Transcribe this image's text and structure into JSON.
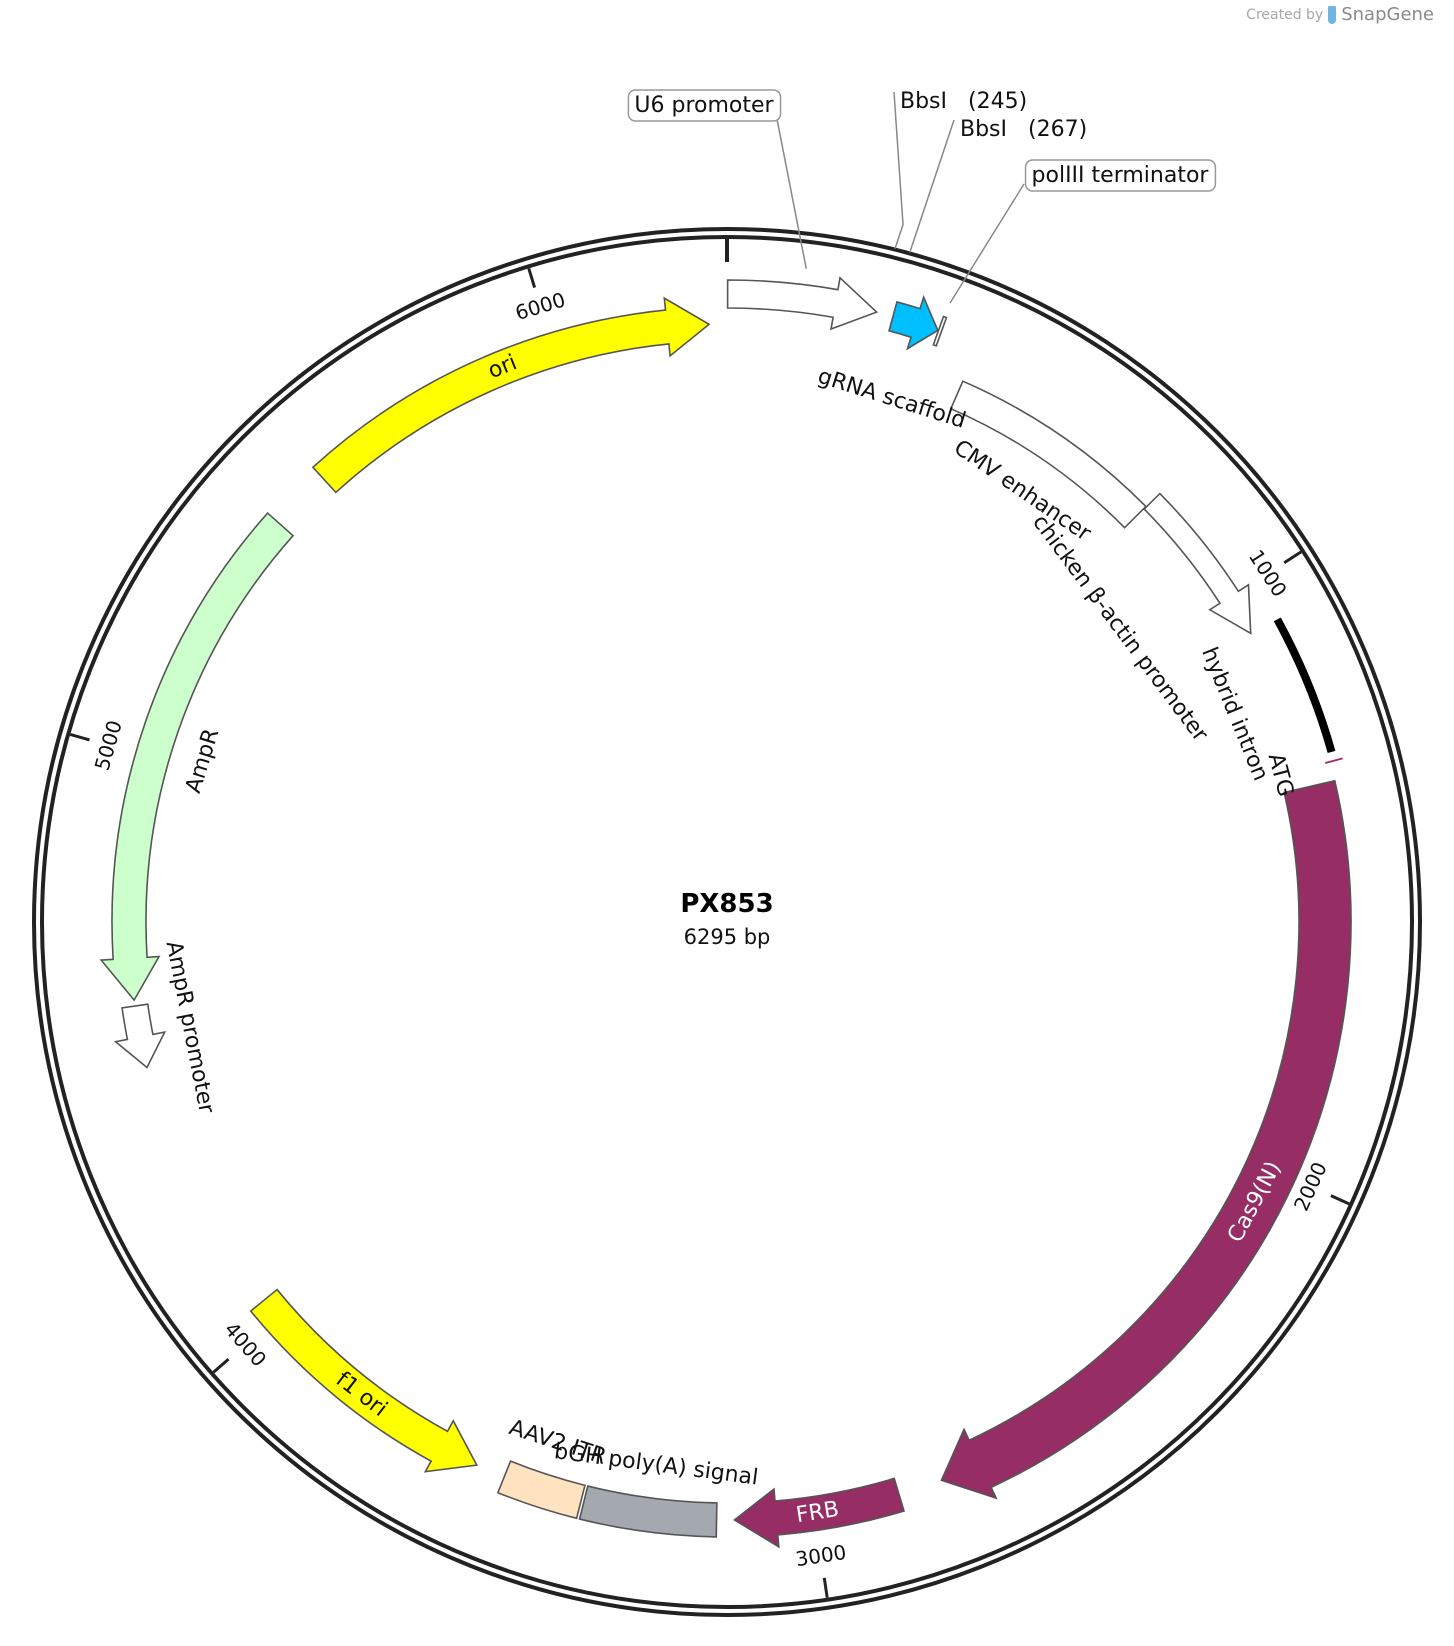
{
  "credit": {
    "prefix": "Created by",
    "brand": "SnapGene"
  },
  "plasmid": {
    "name": "PX853",
    "length_label": "6295 bp",
    "length_bp": 6295
  },
  "ticks": [
    {
      "bp": 1000,
      "label": "1000"
    },
    {
      "bp": 2000,
      "label": "2000"
    },
    {
      "bp": 3000,
      "label": "3000"
    },
    {
      "bp": 4000,
      "label": "4000"
    },
    {
      "bp": 5000,
      "label": "5000"
    },
    {
      "bp": 6000,
      "label": "6000"
    }
  ],
  "features": [
    {
      "id": "u6",
      "label": "U6 promoter",
      "start": 1,
      "end": 241,
      "dir": 1,
      "color": "#ffffff",
      "label_kind": "callout-box"
    },
    {
      "id": "grna",
      "label": "gRNA scaffold",
      "start": 268,
      "end": 343,
      "dir": 1,
      "color": "#00bfff",
      "label_kind": "inner-text"
    },
    {
      "id": "poliii",
      "label": "polIII terminator",
      "start": 344,
      "end": 349,
      "dir": 0,
      "color": "#ffffff",
      "label_kind": "callout-box"
    },
    {
      "id": "cmv",
      "label": "CMV enhancer",
      "start": 412,
      "end": 791,
      "dir": 0,
      "color": "#ffffff",
      "label_kind": "inner-text"
    },
    {
      "id": "cba",
      "label": "chicken β-actin promoter",
      "start": 792,
      "end": 1069,
      "dir": 1,
      "color": "#ffffff",
      "label_kind": "inner-text"
    },
    {
      "id": "intron",
      "label": "hybrid intron",
      "start": 1070,
      "end": 1299,
      "dir": 0,
      "color": "#000000",
      "label_kind": "inner-text"
    },
    {
      "id": "atg",
      "label": "ATG",
      "start": 1312,
      "end": 1315,
      "dir": 0,
      "color": "#9b2d61",
      "label_kind": "inner-text"
    },
    {
      "id": "cas9n",
      "label": "Cas9(N)",
      "start": 1345,
      "end": 2780,
      "dir": 1,
      "color": "#962d64",
      "label_kind": "on-feature"
    },
    {
      "id": "frb",
      "label": "FRB",
      "start": 2855,
      "end": 3135,
      "dir": 1,
      "color": "#962d64",
      "label_kind": "on-feature"
    },
    {
      "id": "bgh",
      "label": "bGH poly(A) signal",
      "start": 3165,
      "end": 3390,
      "dir": 0,
      "color": "#a3a9ae",
      "label_kind": "inner-text"
    },
    {
      "id": "itr",
      "label": "AAV2 ITR",
      "start": 3395,
      "end": 3530,
      "dir": 0,
      "color": "#ffe2c0",
      "label_kind": "inner-text"
    },
    {
      "id": "f1ori",
      "label": "f1 ori",
      "start": 3580,
      "end": 4035,
      "dir": -1,
      "color": "#ffff00",
      "label_kind": "on-feature"
    },
    {
      "id": "amprp",
      "label": "AmpR promoter",
      "start": 4475,
      "end": 4580,
      "dir": -1,
      "color": "#ffffff",
      "label_kind": "inner-text"
    },
    {
      "id": "ampr",
      "label": "AmpR",
      "start": 4590,
      "end": 5450,
      "dir": -1,
      "color": "#ccffcc",
      "label_kind": "inner-text"
    },
    {
      "id": "ori",
      "label": "ori",
      "start": 5555,
      "end": 6265,
      "dir": 1,
      "color": "#ffff00",
      "label_kind": "on-feature"
    }
  ],
  "sites": [
    {
      "id": "bbsi1",
      "name": "BbsI",
      "position_label": "(245)",
      "bp": 245
    },
    {
      "id": "bbsi2",
      "name": "BbsI",
      "position_label": "(267)",
      "bp": 267
    }
  ]
}
